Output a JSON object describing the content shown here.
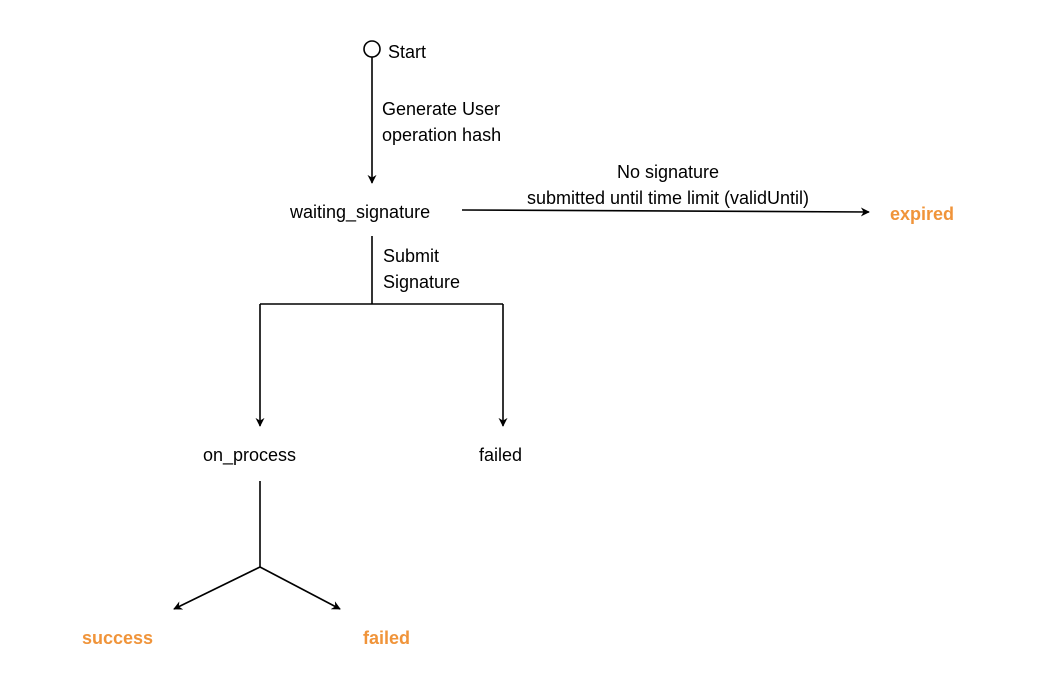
{
  "diagram": {
    "start_label": "Start",
    "states": {
      "waiting_signature": "waiting_signature",
      "on_process": "on_process",
      "failed": "failed"
    },
    "terminals": {
      "expired": "expired",
      "success": "success",
      "failed": "failed"
    },
    "transitions": {
      "generate_hash": {
        "line1": "Generate User",
        "line2": "operation hash"
      },
      "no_signature": {
        "line1": "No signature",
        "line2": "submitted until time limit (validUntil)"
      },
      "submit_signature": {
        "line1": "Submit",
        "line2": "Signature"
      }
    },
    "colors": {
      "terminal": "#F0943A",
      "state": "#000000",
      "edge": "#000000"
    }
  }
}
